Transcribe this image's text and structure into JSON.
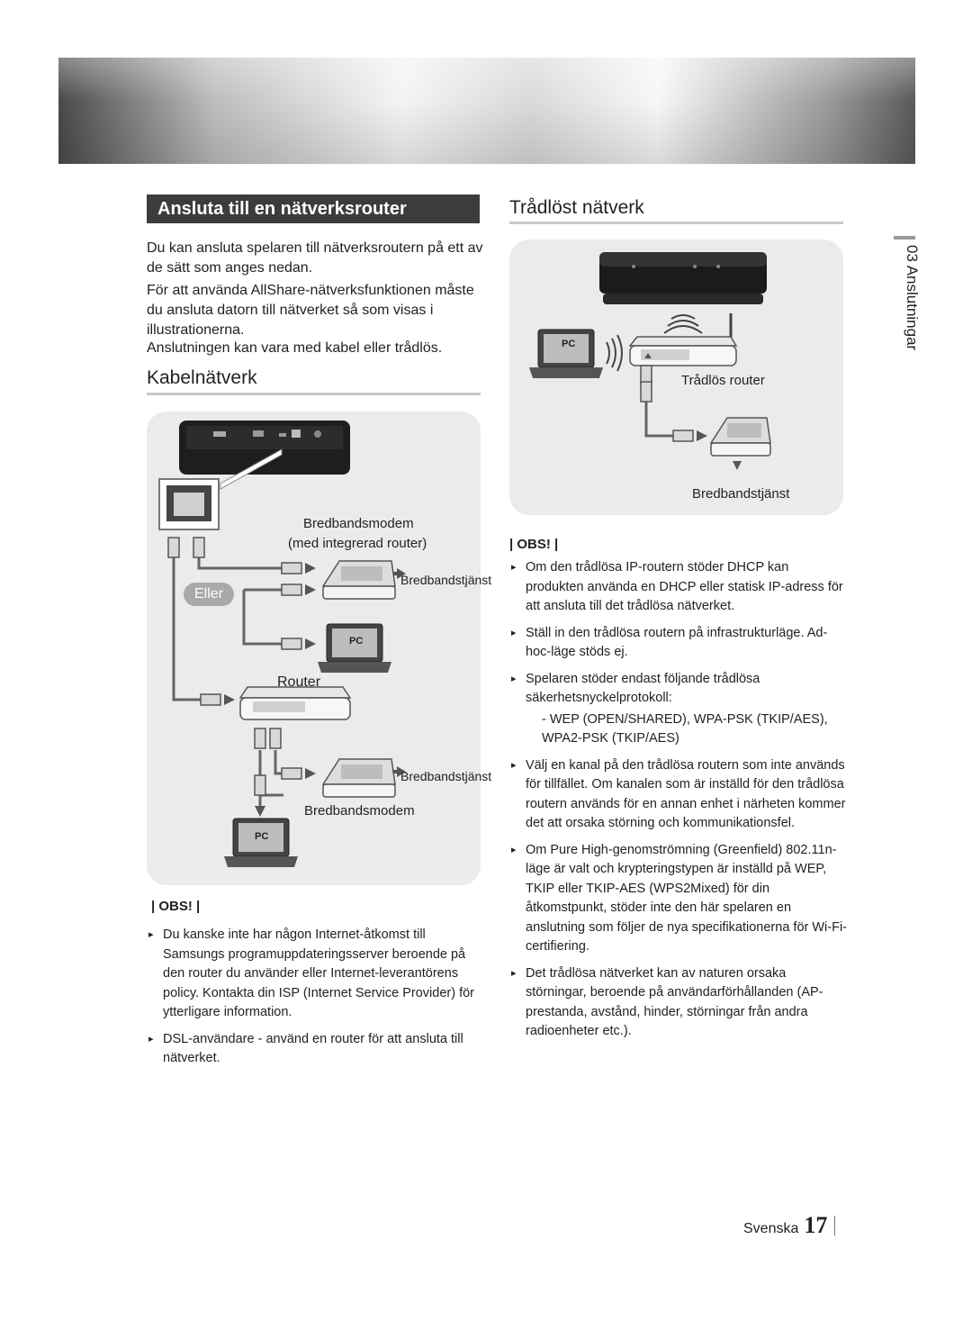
{
  "header": {
    "section_title": "Ansluta till en nätverksrouter"
  },
  "intro": {
    "p1": "Du kan ansluta spelaren till nätverksroutern på ett av de sätt som anges nedan.",
    "p2": "För att använda AllShare-nätverksfunktionen måste du ansluta datorn till nätverket så som visas i illustrationerna.",
    "p3": "Anslutningen kan vara med kabel eller trådlös."
  },
  "wired": {
    "heading": "Kabelnätverk",
    "diagram": {
      "modem_router_label_1": "Bredbandsmodem",
      "modem_router_label_2": "(med integrerad router)",
      "broadband_service_1": "Bredbandstjänst",
      "or_label": "Eller",
      "pc_label": "PC",
      "router_label": "Router",
      "broadband_service_2": "Bredbandstjänst",
      "modem_label": "Bredbandsmodem"
    },
    "obs_title": "| OBS! |",
    "notes": [
      "Du kanske inte har någon Internet-åtkomst till Samsungs programuppdateringsserver beroende på den router du använder eller Internet-leverantörens policy. Kontakta din ISP (Internet Service Provider) för ytterligare information.",
      "DSL-användare - använd en router för att ansluta till nätverket."
    ]
  },
  "wireless": {
    "heading": "Trådlöst nätverk",
    "diagram": {
      "pc_label": "PC",
      "router_label": "Trådlös router",
      "broadband_label": "Bredbandstjänst"
    },
    "obs_title": "| OBS! |",
    "notes": [
      "Om den trådlösa IP-routern stöder DHCP kan produkten använda en DHCP eller statisk IP-adress för att ansluta till det trådlösa nätverket.",
      "Ställ in den trådlösa routern på infrastrukturläge. Ad-hoc-läge stöds ej.",
      "Spelaren stöder endast följande trådlösa säkerhetsnyckelprotokoll:",
      "Välj en kanal på den trådlösa routern som inte används för tillfället. Om kanalen som är inställd för den trådlösa routern används för en annan enhet i närheten kommer det att orsaka störning och kommunikationsfel.",
      "Om Pure High-genomströmning (Greenfield) 802.11n-läge är valt och krypteringstypen är inställd på WEP, TKIP eller TKIP-AES (WPS2Mixed) för din åtkomstpunkt, stöder inte den här spelaren en anslutning som följer de nya specifikationerna för Wi-Fi-certifiering.",
      "Det trådlösa nätverket kan av naturen orsaka störningar, beroende på användarförhållanden (AP-prestanda, avstånd, hinder, störningar från andra radioenheter etc.)."
    ],
    "protocol_subnote": "-   WEP (OPEN/SHARED), WPA-PSK (TKIP/AES), WPA2-PSK (TKIP/AES)"
  },
  "side_tab": "03  Anslutningar",
  "footer": {
    "language": "Svenska",
    "page_number": "17"
  },
  "icons": {
    "bullet": "triangle-right-icon"
  }
}
